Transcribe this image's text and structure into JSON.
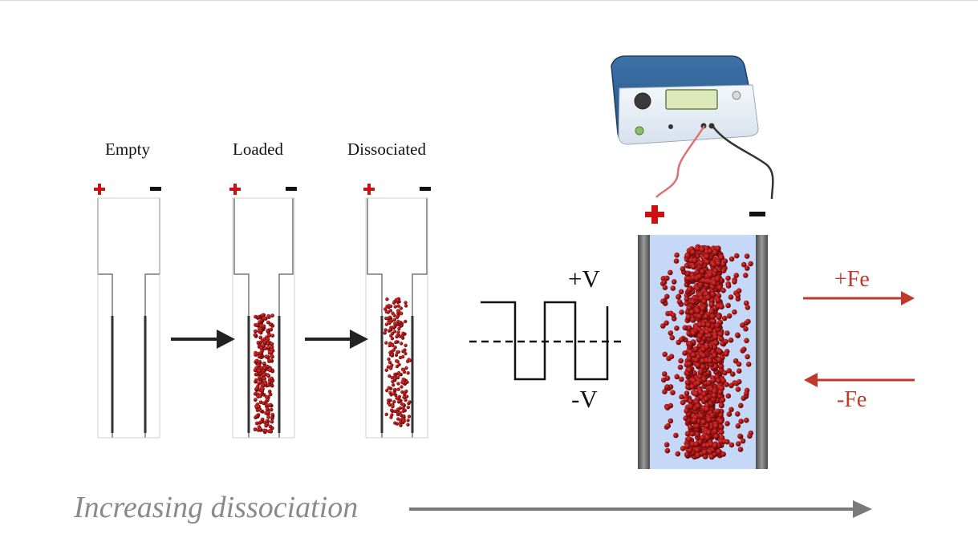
{
  "stages": [
    {
      "label": "Empty"
    },
    {
      "label": "Loaded"
    },
    {
      "label": "Dissociated"
    }
  ],
  "electrodes": {
    "positive_symbol": "+",
    "negative_symbol": "−"
  },
  "waveform": {
    "positive_label": "+V",
    "negative_label": "-V"
  },
  "flux": {
    "in_label": "+Fe",
    "out_label": "-Fe"
  },
  "axis": {
    "label": "Increasing dissociation"
  },
  "colors": {
    "positive": "#cc1111",
    "negative": "#111111",
    "particle": "#8b0d0d",
    "electrolyte": "#c6d8f7",
    "fe_arrow": "#c0392b",
    "dissociation_text": "#8a8a8a",
    "device_body": "#2f5f8f"
  }
}
